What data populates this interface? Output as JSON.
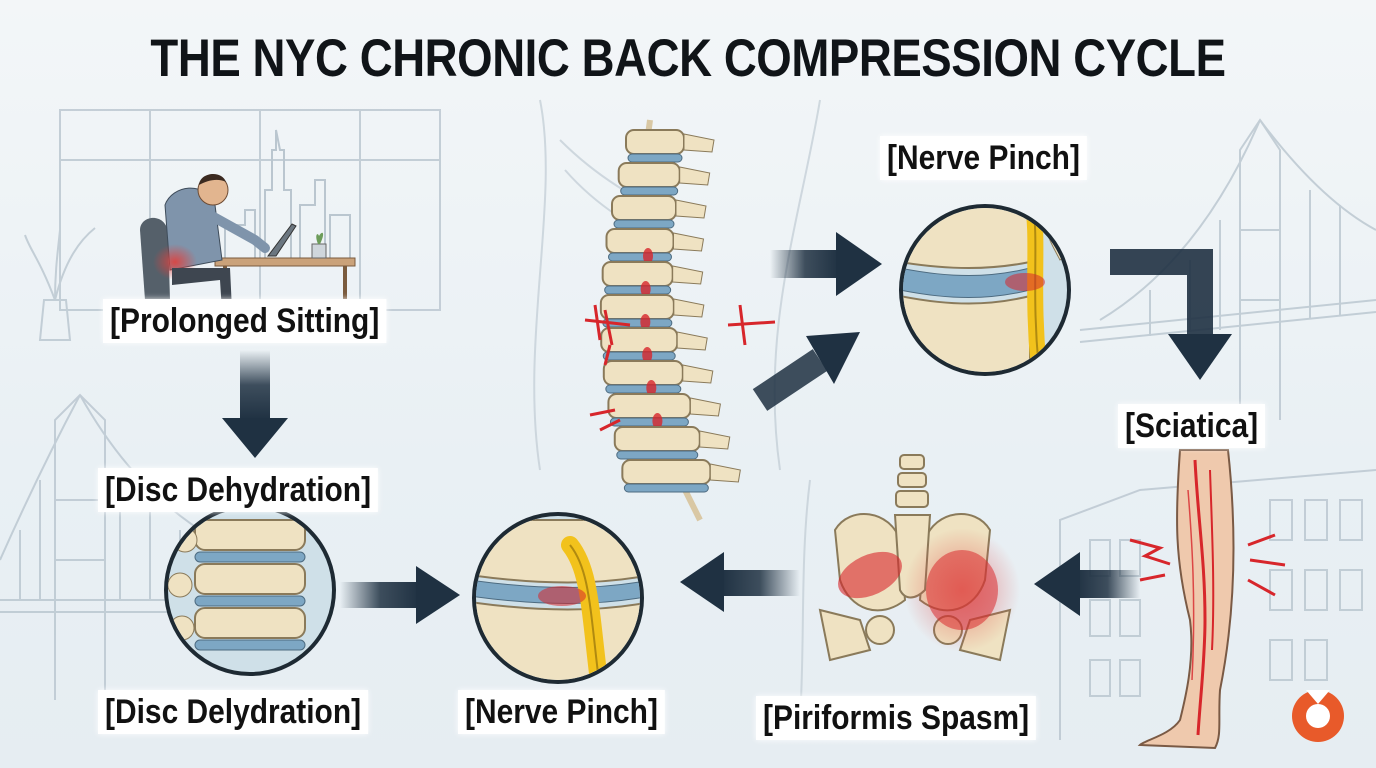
{
  "title": "THE NYC CHRONIC BACK COMPRESSION CYCLE",
  "labels": {
    "prolonged_sitting": "[Prolonged Sitting]",
    "disc_dehydration": "[Disc Dehydration]",
    "disc_delydration": "[Disc Delydration]",
    "nerve_pinch_bottom": "[Nerve Pinch]",
    "nerve_pinch_top": "[Nerve Pinch]",
    "sciatica": "[Sciatica]",
    "piriformis_spasm": "[Piriformis Spasm]"
  },
  "colors": {
    "arrow": "#1f3142",
    "pain": "#d7262b",
    "nerve": "#f2c21c",
    "disc": "#7da7c4",
    "bone": "#efe2c2",
    "sketch": "#b5c2cc",
    "logo": "#e85a2a"
  },
  "icons": [
    "person-at-desk-icon",
    "spine-icon",
    "pelvis-icon",
    "leg-icon",
    "nerve-pinch-icon",
    "disc-icon",
    "bridge-icon",
    "skyline-icon",
    "brand-logo-icon"
  ]
}
